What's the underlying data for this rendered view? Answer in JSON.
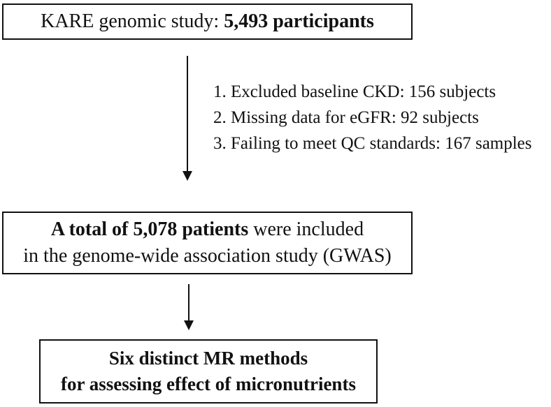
{
  "colors": {
    "ink": "#111111",
    "background": "#ffffff"
  },
  "flowchart": {
    "top_box": {
      "prefix": "KARE genomic study: ",
      "bold": "5,493 participants"
    },
    "exclusion_list": [
      "1. Excluded baseline CKD: 156 subjects",
      "2. Missing data for eGFR: 92 subjects",
      "3. Failing to meet QC standards: 167 samples"
    ],
    "middle_box": {
      "line1_bold": "A total of 5,078 patients",
      "line1_rest": " were included",
      "line2": "in the genome-wide association study (GWAS)"
    },
    "bottom_box": {
      "line1": "Six distinct MR methods",
      "line2": "for assessing effect of micronutrients"
    }
  }
}
